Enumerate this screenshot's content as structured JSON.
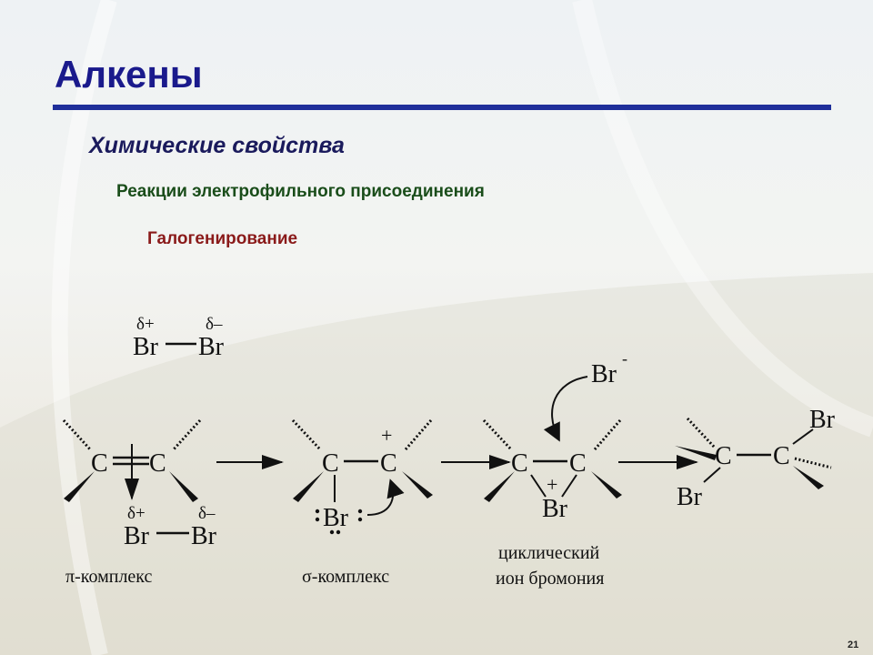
{
  "slide": {
    "title": "Алкены",
    "subtitle": "Химические свойства",
    "section": "Реакции электрофильного присоединения",
    "subsection": "Галогенирование",
    "page_number": "21"
  },
  "scheme": {
    "reagent": {
      "left_atom": "Br",
      "right_atom": "Br",
      "left_charge": "δ+",
      "right_charge": "δ–"
    },
    "pi_complex": {
      "carbon": "C",
      "br_left": "Br",
      "br_right": "Br",
      "charge_left": "δ+",
      "charge_right": "δ–",
      "label": "π-комплекс"
    },
    "sigma_complex": {
      "carbon": "C",
      "plus": "+",
      "br": "Br",
      "label": "σ-комплекс"
    },
    "bromonium": {
      "carbon": "C",
      "plus": "+",
      "br": "Br",
      "nucleophile": "Br",
      "nucleophile_charge": "-",
      "label_line1": "циклический",
      "label_line2": "ион бромония"
    },
    "product": {
      "carbon": "C",
      "br_top": "Br",
      "br_bottom": "Br"
    }
  }
}
